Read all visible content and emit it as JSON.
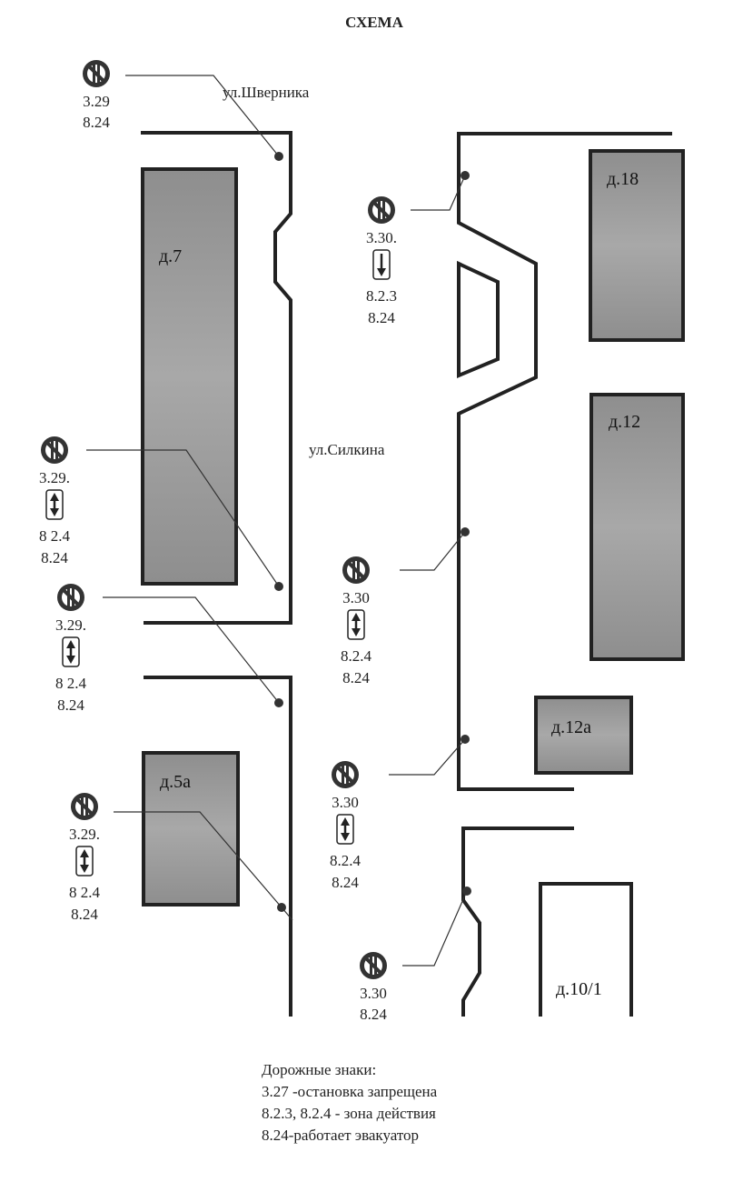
{
  "title": "СХЕМА",
  "streets": {
    "shvernika": "ул.Шверника",
    "silkina": "ул.Силкина"
  },
  "buildings": {
    "b7": "д.7",
    "b18": "д.18",
    "b12": "д.12",
    "b12a": "д.12а",
    "b5a": "д.5а",
    "b10_1": "д.10/1"
  },
  "signs": [
    {
      "code": "3.29",
      "plate": "",
      "lines": [
        "8.24"
      ]
    },
    {
      "code": "3.30.",
      "plate": "down",
      "lines": [
        "8.2.3",
        "8.24"
      ]
    },
    {
      "code": "3.29.",
      "plate": "both",
      "lines": [
        "8 2.4",
        "8.24"
      ]
    },
    {
      "code": "3.30",
      "plate": "both",
      "lines": [
        "8.2.4",
        "8.24"
      ]
    },
    {
      "code": "3.29.",
      "plate": "both",
      "lines": [
        "8 2.4",
        "8.24"
      ]
    },
    {
      "code": "3.30",
      "plate": "both",
      "lines": [
        "8.2.4",
        "8.24"
      ]
    },
    {
      "code": "3.29.",
      "plate": "both",
      "lines": [
        "8 2.4",
        "8.24"
      ]
    },
    {
      "code": "3.30",
      "plate": "",
      "lines": [
        "8.24"
      ]
    }
  ],
  "legend": {
    "heading": "Дорожные знаки:",
    "items": [
      "3.27 -остановка запрещена",
      "8.2.3, 8.2.4 - зона действия",
      "8.24-работает эвакуатор"
    ]
  }
}
